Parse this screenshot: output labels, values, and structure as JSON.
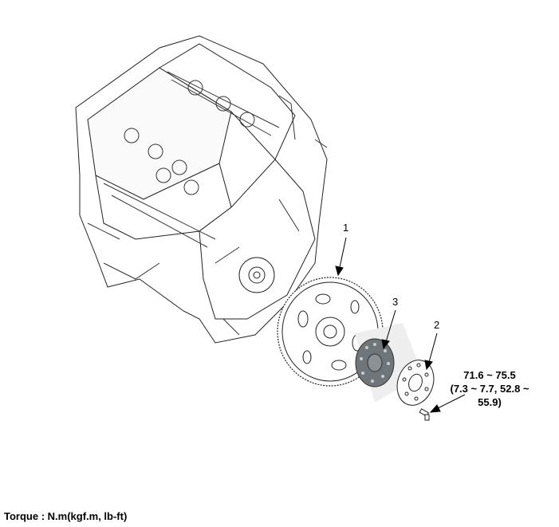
{
  "callouts": [
    {
      "number": "1"
    },
    {
      "number": "2"
    },
    {
      "number": "3"
    }
  ],
  "torque_spec": {
    "line1": "71.6 ~ 75.5",
    "line2": "(7.3 ~ 7.7, 52.8 ~ 55.9)"
  },
  "legend": "Torque : N.m(kgf.m, lb-ft)"
}
